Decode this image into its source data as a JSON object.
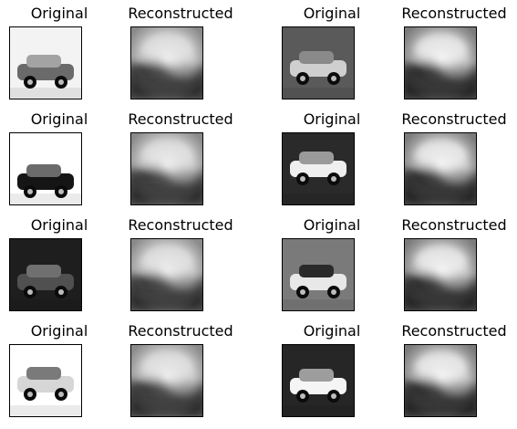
{
  "figure": {
    "rows": 4,
    "cols": 4,
    "column_titles": [
      "Original",
      "Reconstructed",
      "Original",
      "Reconstructed"
    ]
  },
  "panels": [
    {
      "title": "Original",
      "image": "car-photo-old-sedan",
      "kind": "original"
    },
    {
      "title": "Reconstructed",
      "image": "blurry-reconstruction",
      "kind": "reconstructed"
    },
    {
      "title": "Original",
      "image": "car-photo-suv-dark",
      "kind": "original"
    },
    {
      "title": "Reconstructed",
      "image": "blurry-reconstruction",
      "kind": "reconstructed"
    },
    {
      "title": "Original",
      "image": "car-photo-convertible-white-bg",
      "kind": "original"
    },
    {
      "title": "Reconstructed",
      "image": "blurry-reconstruction",
      "kind": "reconstructed"
    },
    {
      "title": "Original",
      "image": "car-photo-front-grille",
      "kind": "original"
    },
    {
      "title": "Reconstructed",
      "image": "blurry-reconstruction",
      "kind": "reconstructed"
    },
    {
      "title": "Original",
      "image": "car-photo-hatchback-dark",
      "kind": "original"
    },
    {
      "title": "Reconstructed",
      "image": "blurry-reconstruction",
      "kind": "reconstructed"
    },
    {
      "title": "Original",
      "image": "car-photo-sedan-road",
      "kind": "original"
    },
    {
      "title": "Reconstructed",
      "image": "blurry-reconstruction",
      "kind": "reconstructed"
    },
    {
      "title": "Original",
      "image": "car-photo-suv-white-bg",
      "kind": "original"
    },
    {
      "title": "Reconstructed",
      "image": "blurry-reconstruction",
      "kind": "reconstructed"
    },
    {
      "title": "Original",
      "image": "car-photo-white-car-dark-bg",
      "kind": "original"
    },
    {
      "title": "Reconstructed",
      "image": "blurry-reconstruction",
      "kind": "reconstructed"
    }
  ],
  "colors": {
    "frame": "#000000",
    "title_text": "#000000"
  }
}
